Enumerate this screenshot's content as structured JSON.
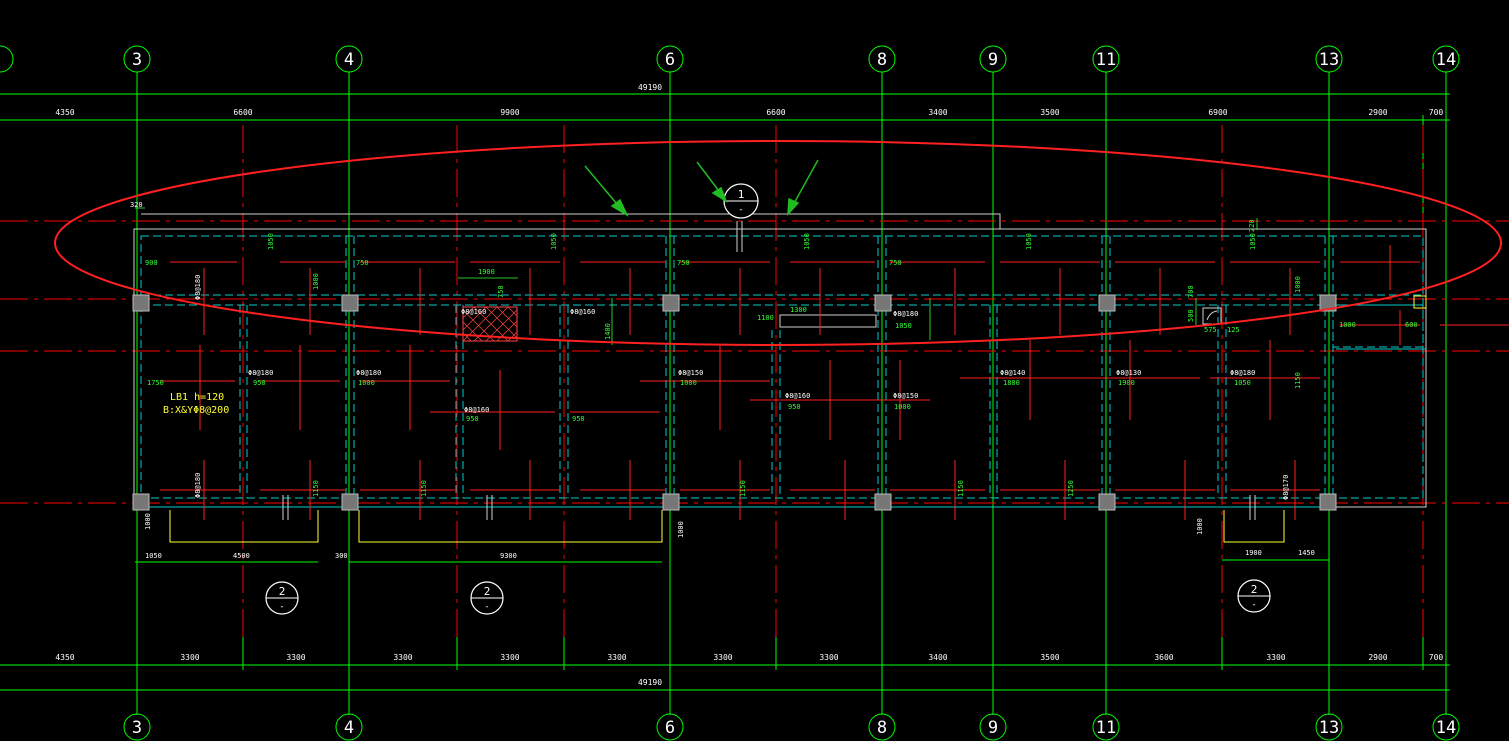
{
  "axes": [
    "3",
    "4",
    "6",
    "8",
    "9",
    "11",
    "13",
    "14"
  ],
  "top_dims": {
    "total": "49190",
    "segments": [
      "4350",
      "6600",
      "9900",
      "6600",
      "3400",
      "3500",
      "6900",
      "2900",
      "700"
    ]
  },
  "bottom_dims": {
    "total": "49190",
    "segments": [
      "4350",
      "3300",
      "3300",
      "3300",
      "3300",
      "3300",
      "3300",
      "3300",
      "3400",
      "3500",
      "3600",
      "3300",
      "2900",
      "700"
    ]
  },
  "section_markers": {
    "top": {
      "num": "1",
      "sub": "-"
    },
    "bottom": [
      {
        "num": "2",
        "sub": "-"
      },
      {
        "num": "2",
        "sub": "-"
      },
      {
        "num": "2",
        "sub": "-"
      }
    ]
  },
  "slab_labels": {
    "name": "LB1 h=120",
    "rebar": "B:X&YΦ8@200",
    "offset_320": "320",
    "offset_220": "220"
  },
  "lower_dims": {
    "left": [
      "1050",
      "4500"
    ],
    "middle": [
      "300",
      "9300"
    ],
    "right": [
      "1900",
      "1450"
    ],
    "heights": [
      "1000",
      "1000",
      "1000"
    ]
  },
  "rebar_marks": [
    "Φ8@180",
    "Φ8@180",
    "Φ8@180",
    "Φ8@180",
    "Φ8@160",
    "Φ8@160",
    "Φ8@160",
    "Φ8@150",
    "Φ8@160",
    "Φ8@150",
    "Φ8@140",
    "Φ8@130",
    "Φ8@180",
    "Φ8@170",
    "Φ8@180"
  ],
  "green_values": [
    "900",
    "1050",
    "750",
    "1050",
    "750",
    "1050",
    "750",
    "1050",
    "1050",
    "1000",
    "1750",
    "950",
    "1000",
    "1100",
    "1050",
    "1000",
    "950",
    "950",
    "1000",
    "950",
    "1800",
    "1900",
    "1050",
    "1150",
    "1150",
    "1150",
    "1150",
    "1250",
    "1150",
    "1000",
    "1900",
    "750",
    "1400",
    "1300",
    "600",
    "575",
    "125",
    "500",
    "700",
    "1000"
  ],
  "colors": {
    "background": "#000000",
    "axis_green": "#00ff00",
    "red_center": "#ff0000",
    "cyan_beam": "#00cccc",
    "highlight_ellipse": "#ff2020",
    "arrow_green": "#22bb22",
    "yellow": "#ffff33"
  }
}
